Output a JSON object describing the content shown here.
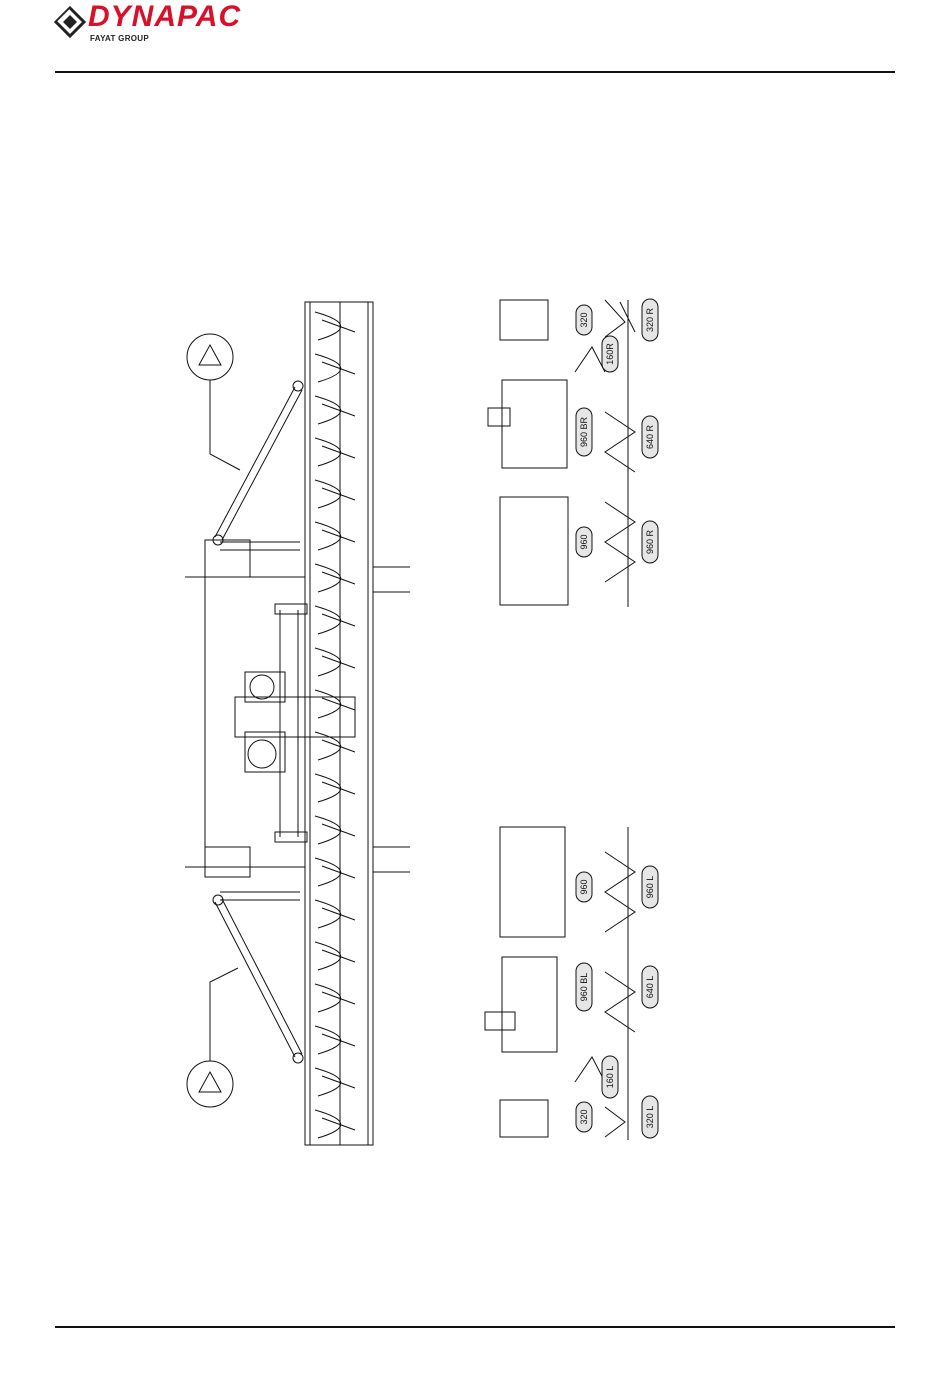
{
  "brand": {
    "name": "DYNAPAC",
    "group": "FAYAT GROUP",
    "color": "#d8102a"
  },
  "diagram": {
    "warning_icon": "warning-triangle-icon",
    "labels_right": [
      "320",
      "160R",
      "320 R",
      "960 BR",
      "640 R",
      "960",
      "960 R"
    ],
    "labels_left": [
      "960",
      "960 L",
      "960 BL",
      "640 L",
      "160 L",
      "320",
      "320 L"
    ]
  }
}
